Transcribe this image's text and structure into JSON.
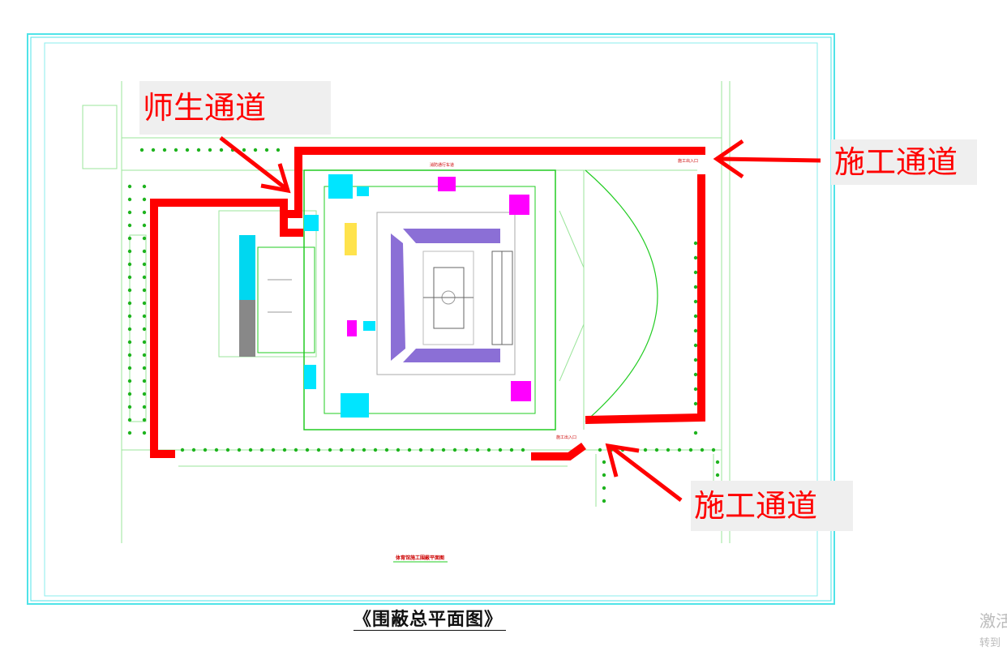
{
  "drawing": {
    "title": "体育馆施工围蔽平面图",
    "entrance_labels": [
      "施工出入口",
      "施工出入口"
    ],
    "top_road_label": "消防通行车道"
  },
  "annotations": {
    "student_passage": "师生通道",
    "construction_passage_right": "施工通道",
    "construction_passage_bottom": "施工通道"
  },
  "caption": "《围蔽总平面图》",
  "watermark": {
    "line1": "激活",
    "line2": "转到"
  },
  "colors": {
    "fence": "#ff0000",
    "frame": "#4fe3e8",
    "cad_lines": "#22cc22",
    "stands": "#8b6fd6",
    "rooms": "#ff00ff",
    "cyan_rooms": "#00e5ff"
  }
}
